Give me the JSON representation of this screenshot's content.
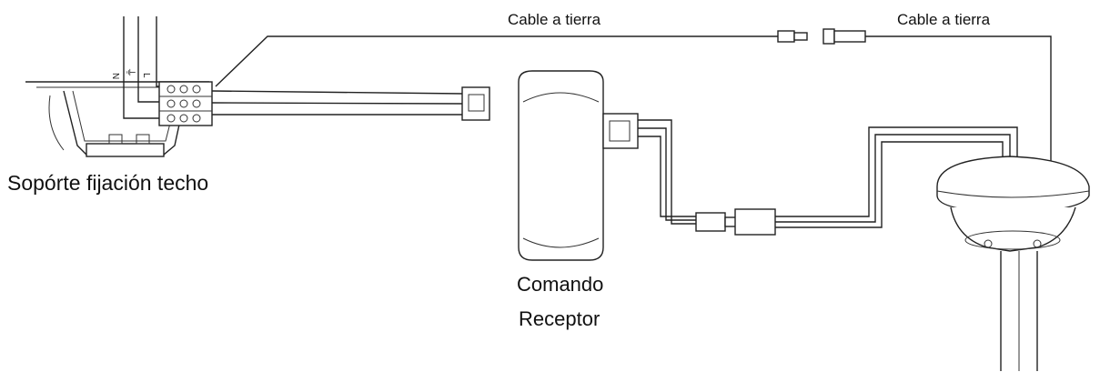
{
  "labels": {
    "ground_cable_left": "Cable a tierra",
    "ground_cable_right": "Cable a tierra",
    "ceiling_bracket": "Sopórte fijación techo",
    "receiver_line1": "Comando",
    "receiver_line2": "Receptor"
  },
  "terminal_marks": {
    "neutral": "N",
    "ground": "⏚",
    "line": "L"
  },
  "colors": {
    "line": "#222222",
    "background": "#ffffff"
  }
}
